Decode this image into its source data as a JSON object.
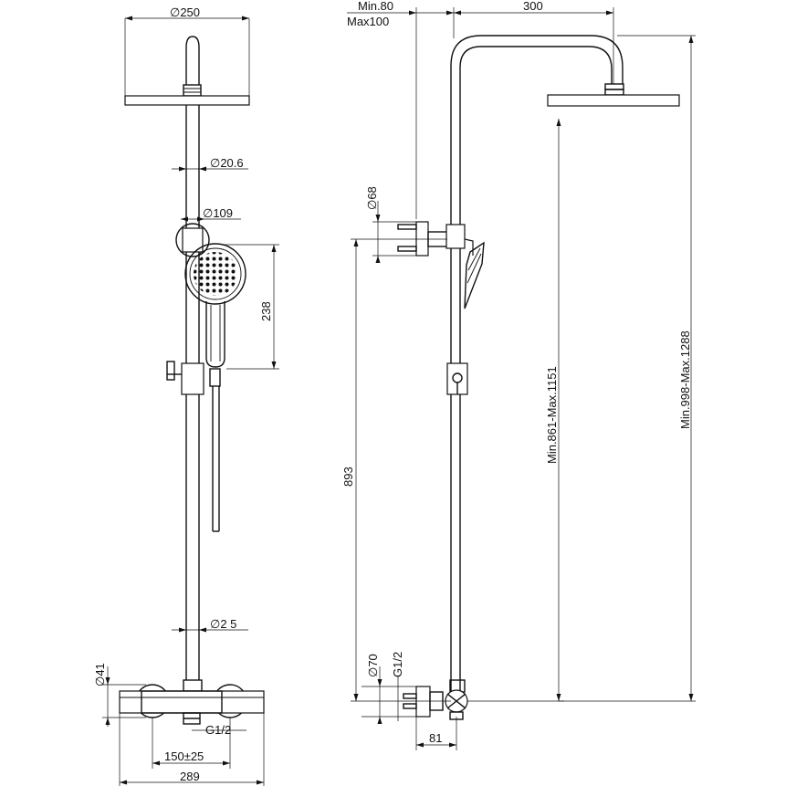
{
  "diagram": {
    "front_view": {
      "head_diameter": "∅250",
      "rail_diameter": "∅20.6",
      "holder_diameter": "∅109",
      "hand_shower_length": "238",
      "lower_rail_diameter": "∅2 5",
      "valve_diameter": "∅41",
      "outlet_thread": "G1/2",
      "inlet_spacing": "150±25",
      "total_width": "289"
    },
    "side_view": {
      "wall_offset_range": [
        "Min.80",
        "Max100"
      ],
      "arm_reach": "300",
      "bracket_diameter": "∅68",
      "valve_height": "893",
      "head_height_range": "Min.861-Max.1151",
      "total_height_range": "Min.998-Max.1288",
      "escutcheon_diameter": "∅70",
      "inlet_thread": "G1/2",
      "valve_depth": "81"
    }
  }
}
